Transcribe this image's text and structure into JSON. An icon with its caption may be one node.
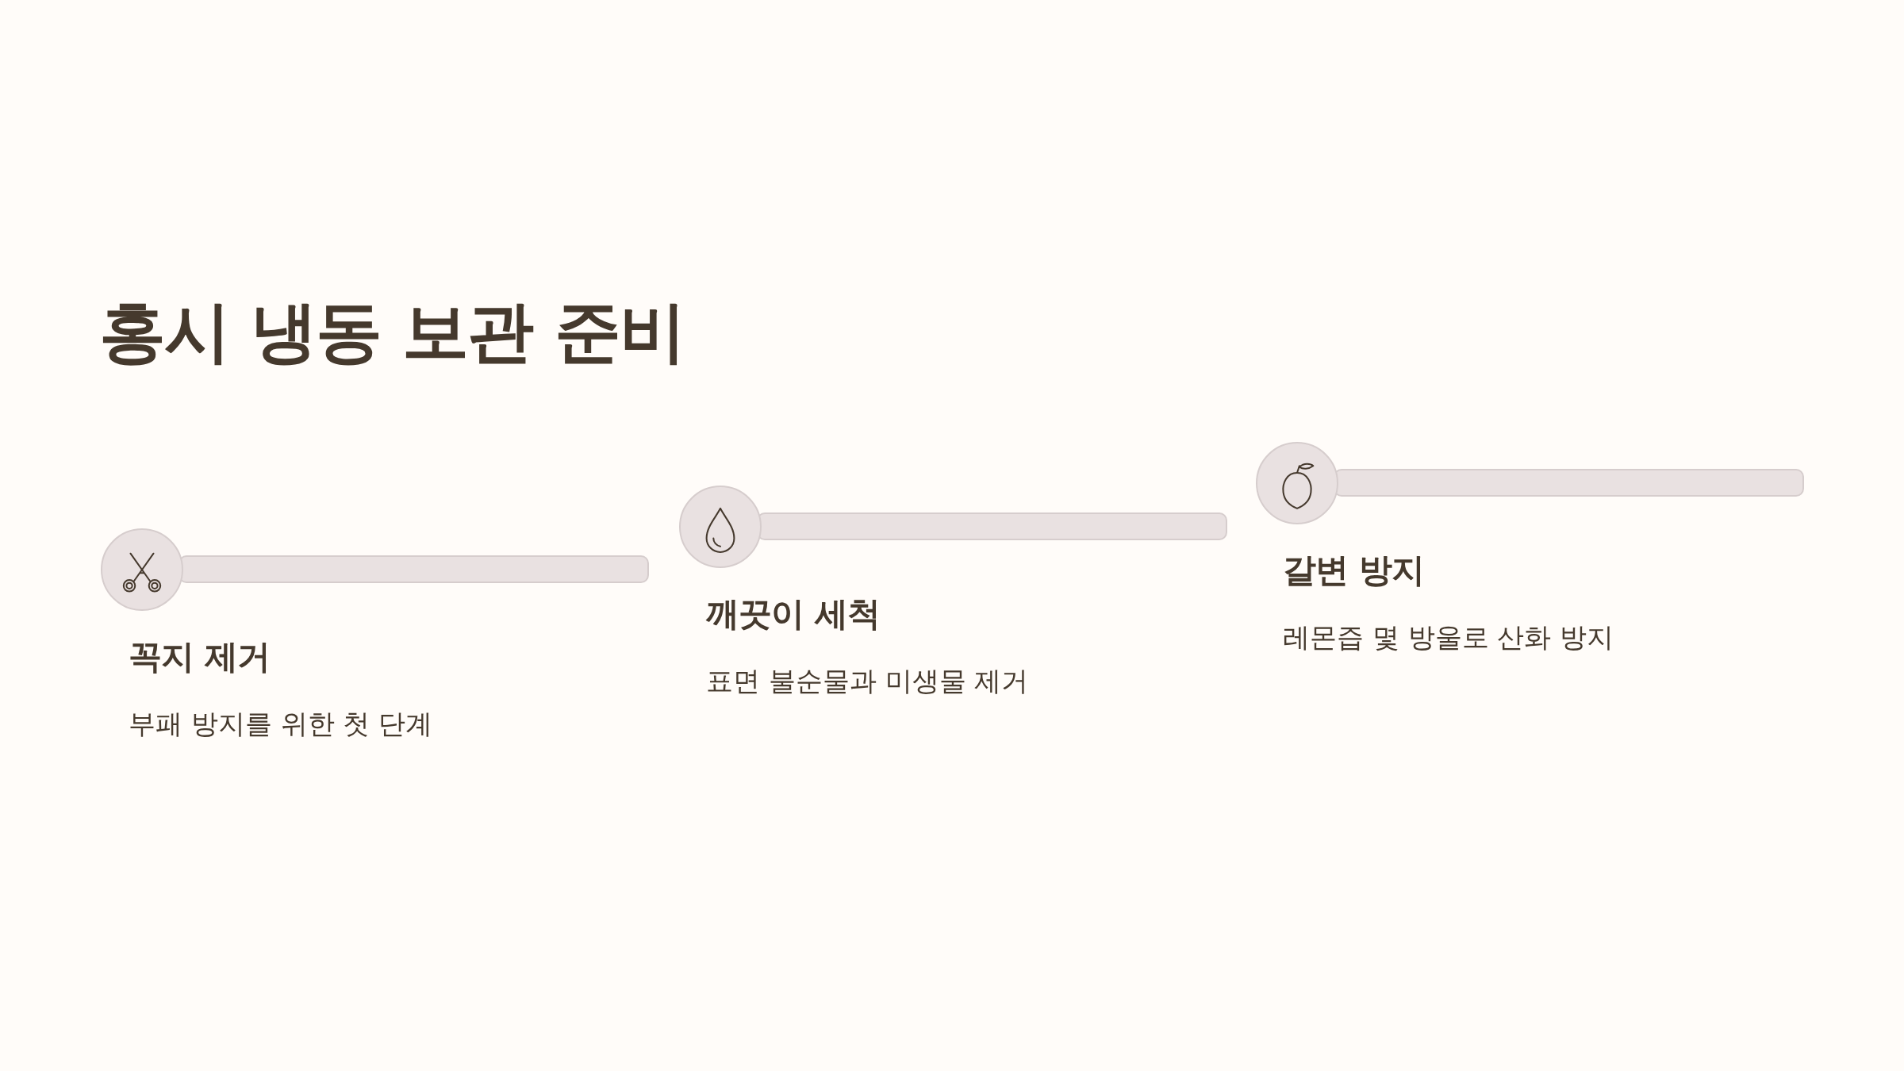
{
  "diagram": {
    "title": "홍시 냉동 보관 준비",
    "nodes": [
      {
        "text": [
          "꼭지 제거",
          "부패 방지를 위한 첫 단계"
        ]
      },
      {
        "text": [
          "깨끗이 세척",
          "표면 불순물과 미생물 제거"
        ]
      },
      {
        "text": [
          "갈변 방지",
          "레몬즙 몇 방울로 산화 방지"
        ]
      }
    ]
  }
}
